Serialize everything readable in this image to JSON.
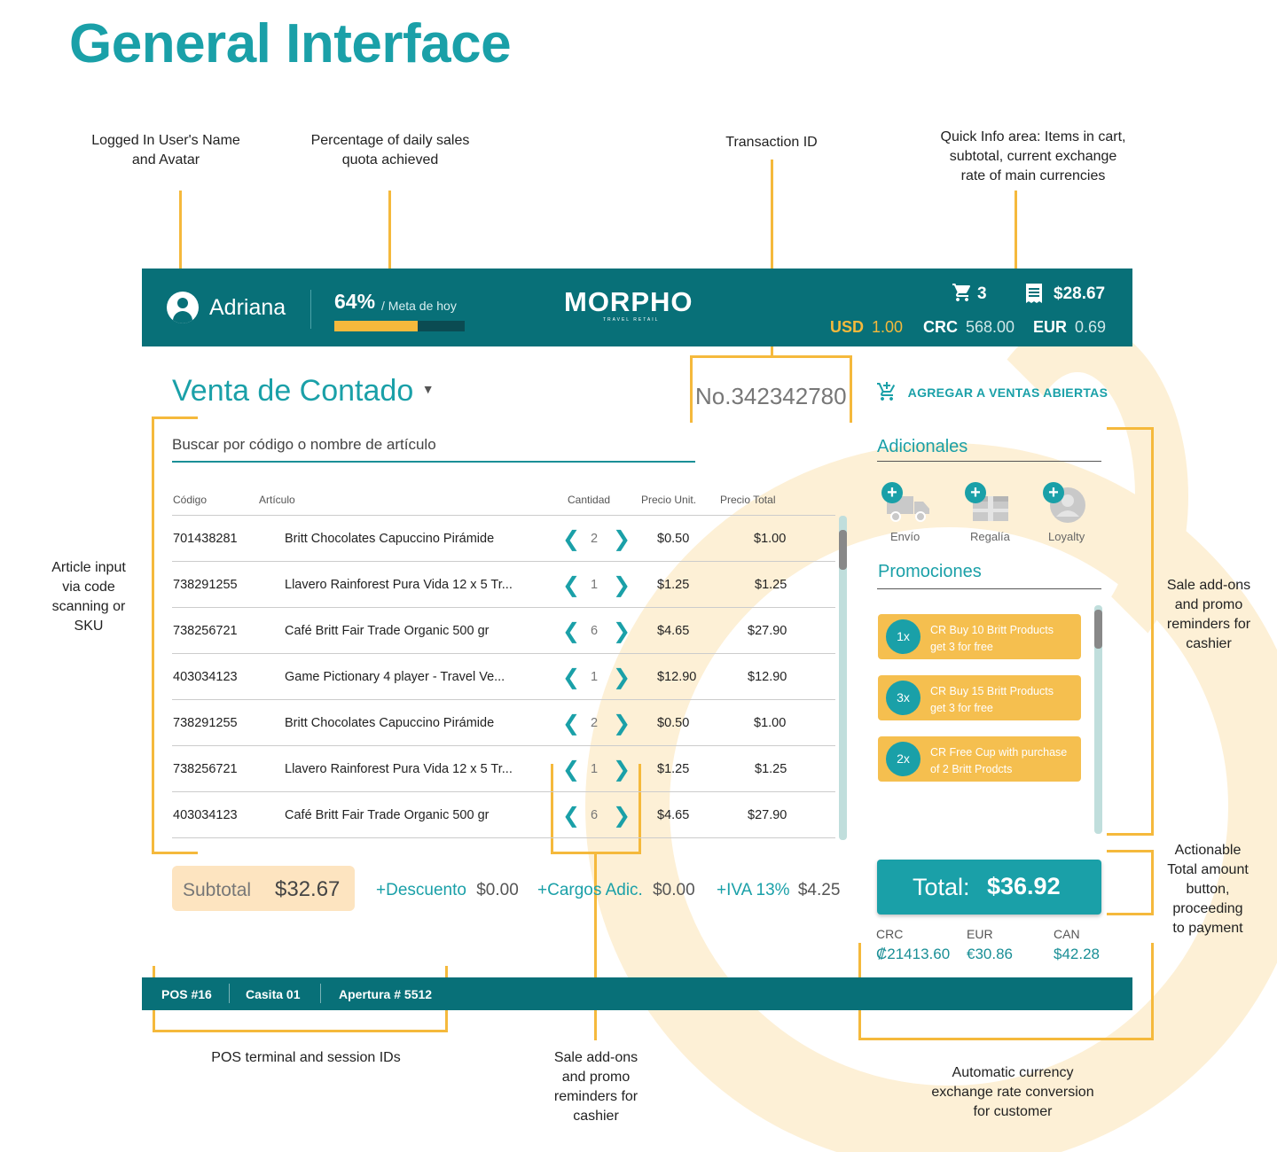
{
  "page_title": "General Interface",
  "annotations": {
    "user": "Logged In User's Name\nand Avatar",
    "quota": "Percentage of daily sales\nquota achieved",
    "transaction": "Transaction ID",
    "quick_info": "Quick Info area: Items in cart,\nsubtotal, current exchange\nrate of main currencies",
    "article_input": "Article input\nvia code\nscanning or\nSKU",
    "addons_right": "Sale add-ons\nand promo\nreminders for\ncashier",
    "total_button": "Actionable\nTotal amount\nbutton,\nproceeding\nto payment",
    "pos_ids": "POS terminal and session IDs",
    "addons_bottom": "Sale add-ons\nand promo\nreminders for\ncashier",
    "currency_conv": "Automatic currency\nexchange rate conversion\nfor customer"
  },
  "header": {
    "user_name": "Adriana",
    "quota_percent": "64%",
    "quota_fraction": 0.64,
    "quota_label": "/ Meta de hoy",
    "logo": "MORPHO",
    "logo_sub": "TRAVEL RETAIL",
    "cart_count": "3",
    "subtotal": "$28.67",
    "rates": [
      {
        "code": "USD",
        "value": "1.00"
      },
      {
        "code": "CRC",
        "value": "568.00"
      },
      {
        "code": "EUR",
        "value": "0.69"
      }
    ]
  },
  "main": {
    "sale_type": "Venta de Contado",
    "transaction_id": "No.342342780",
    "open_sales_label": "AGREGAR A VENTAS ABIERTAS",
    "search_placeholder": "Buscar por código o nombre de artículo",
    "columns": {
      "code": "Código",
      "article": "Artículo",
      "qty": "Cantidad",
      "unit": "Precio Unit.",
      "total": "Precio Total"
    },
    "rows": [
      {
        "code": "701438281",
        "article": "Britt Chocolates Capuccino Pirámide",
        "qty": "2",
        "unit": "$0.50",
        "total": "$1.00"
      },
      {
        "code": "738291255",
        "article": "Llavero Rainforest Pura Vida 12 x 5 Tr...",
        "qty": "1",
        "unit": "$1.25",
        "total": "$1.25"
      },
      {
        "code": "738256721",
        "article": "Café Britt Fair Trade Organic 500 gr",
        "qty": "6",
        "unit": "$4.65",
        "total": "$27.90"
      },
      {
        "code": "403034123",
        "article": "Game Pictionary 4 player - Travel Ve...",
        "qty": "1",
        "unit": "$12.90",
        "total": "$12.90"
      },
      {
        "code": "738291255",
        "article": "Britt Chocolates Capuccino Pirámide",
        "qty": "2",
        "unit": "$0.50",
        "total": "$1.00"
      },
      {
        "code": "738256721",
        "article": "Llavero Rainforest Pura Vida 12 x 5 Tr...",
        "qty": "1",
        "unit": "$1.25",
        "total": "$1.25"
      },
      {
        "code": "403034123",
        "article": "Café Britt Fair Trade Organic 500 gr",
        "qty": "6",
        "unit": "$4.65",
        "total": "$27.90"
      }
    ],
    "summary": {
      "subtotal_label": "Subtotal",
      "subtotal_value": "$32.67",
      "discount_label": "+Descuento",
      "discount_value": "$0.00",
      "charges_label": "+Cargos Adic.",
      "charges_value": "$0.00",
      "tax_label": "+IVA 13%",
      "tax_value": "$4.25"
    }
  },
  "side": {
    "addons_title": "Adicionales",
    "addons": [
      {
        "label": "Envío",
        "icon": "truck-icon"
      },
      {
        "label": "Regalía",
        "icon": "gift-icon"
      },
      {
        "label": "Loyalty",
        "icon": "user-icon"
      }
    ],
    "promos_title": "Promociones",
    "promos": [
      {
        "badge": "1x",
        "line1": "CR Buy 10 Britt Products",
        "line2": "get 3 for free"
      },
      {
        "badge": "3x",
        "line1": "CR Buy 15 Britt Products",
        "line2": "get 3 for free"
      },
      {
        "badge": "2x",
        "line1": "CR Free Cup with purchase",
        "line2": "of 2 Britt Prodcts"
      }
    ],
    "total_label": "Total:",
    "total_value": "$36.92",
    "conversions": [
      {
        "code": "CRC",
        "value": "₡21413.60"
      },
      {
        "code": "EUR",
        "value": "€30.86"
      },
      {
        "code": "CAN",
        "value": "$42.28"
      }
    ]
  },
  "footer": {
    "pos": "POS #16",
    "store": "Casita 01",
    "opening": "Apertura # 5512"
  },
  "colors": {
    "header": "#087078",
    "accent": "#1aa0a8",
    "highlight": "#f5b93c"
  }
}
